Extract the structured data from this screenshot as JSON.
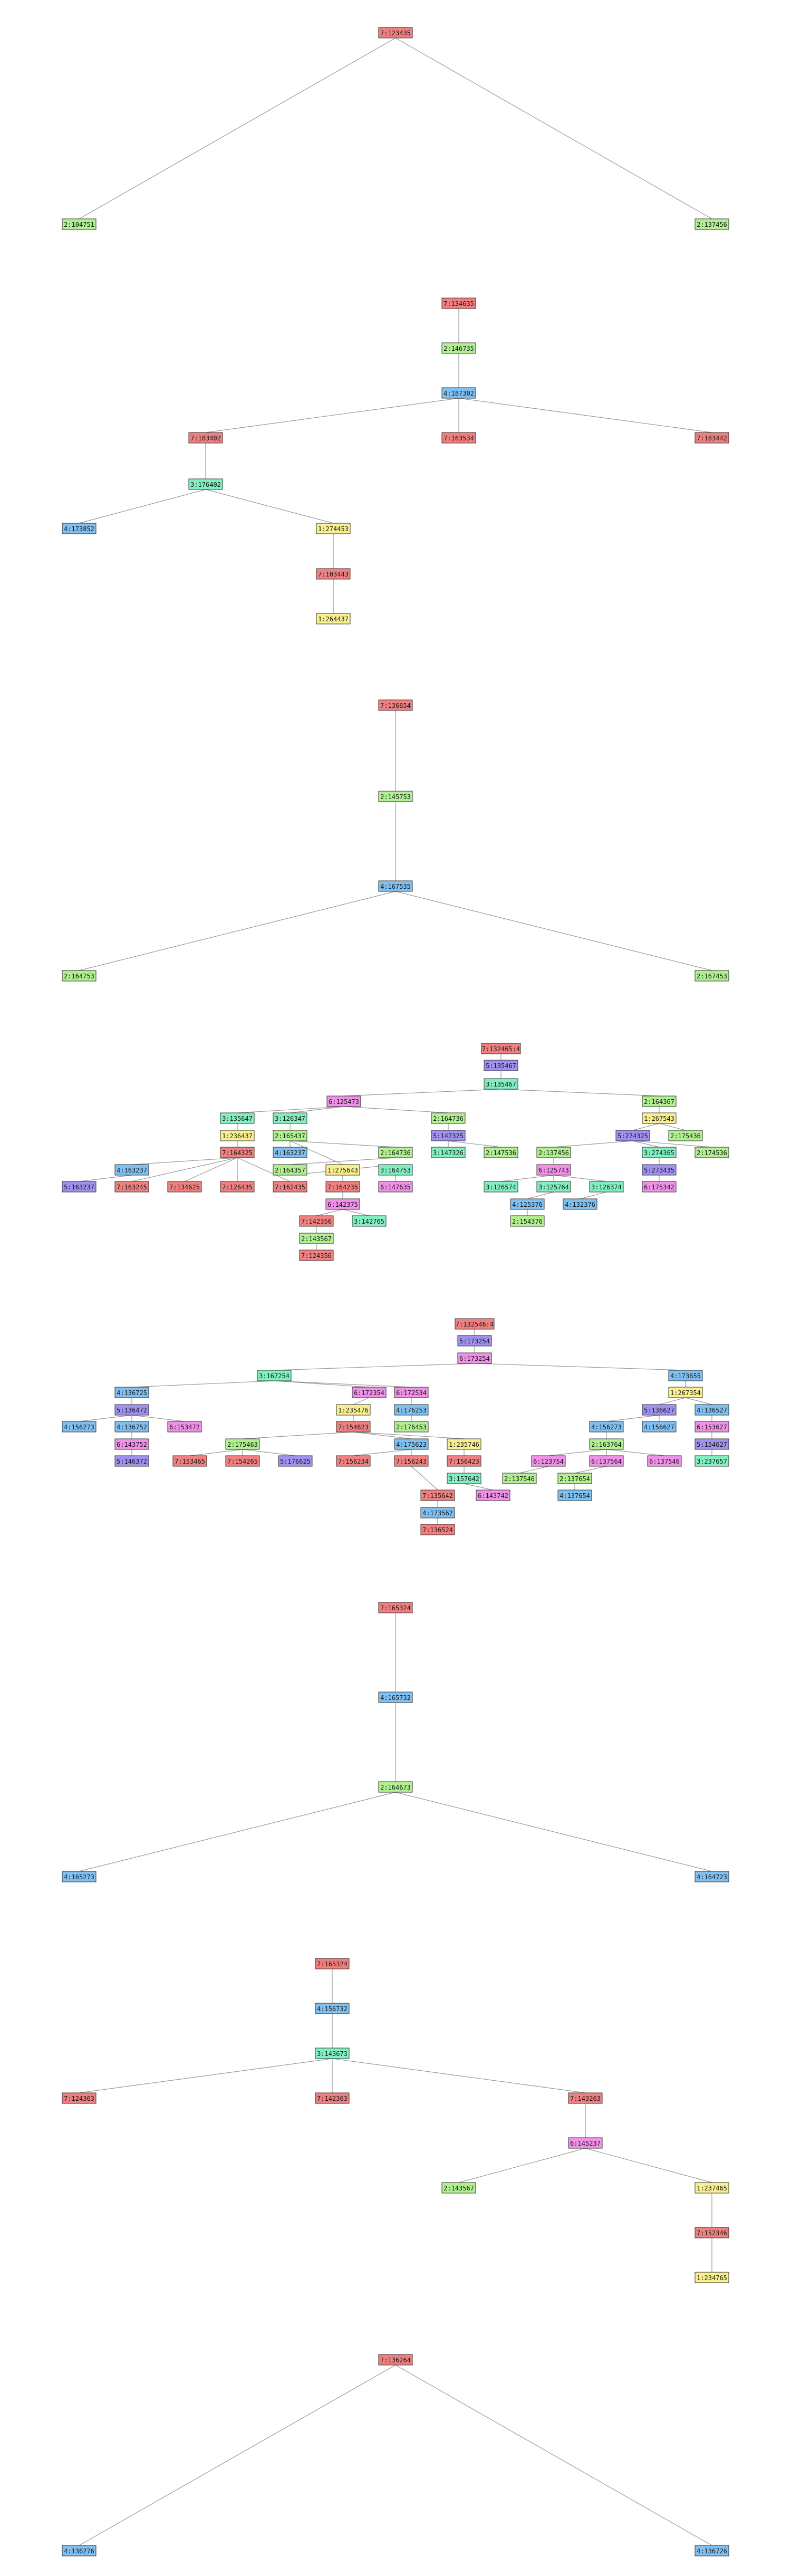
{
  "colors": {
    "7": "#f08080",
    "2": "#b0f090",
    "4": "#80c0f0",
    "3": "#80f0c0",
    "1": "#f8f090",
    "6": "#f090e8",
    "5": "#a090f0"
  },
  "trees": [
    {
      "nodes": [
        {
          "id": "a0",
          "label": "7:123435",
          "cat": "7"
        },
        {
          "id": "a1",
          "label": "2:104751",
          "cat": "2"
        },
        {
          "id": "a2",
          "label": "2:137456",
          "cat": "2"
        }
      ],
      "edges": [
        [
          "a0",
          "a1"
        ],
        [
          "a0",
          "a2"
        ]
      ]
    },
    {
      "nodes": [
        {
          "id": "b0",
          "label": "7:134635",
          "cat": "7"
        },
        {
          "id": "b1",
          "label": "2:146735",
          "cat": "2"
        },
        {
          "id": "b2",
          "label": "4:187302",
          "cat": "4"
        },
        {
          "id": "b3",
          "label": "7:183402",
          "cat": "7"
        },
        {
          "id": "b4",
          "label": "7:163534",
          "cat": "7"
        },
        {
          "id": "b5",
          "label": "7:183442",
          "cat": "7"
        },
        {
          "id": "b6",
          "label": "3:176402",
          "cat": "3"
        },
        {
          "id": "b7",
          "label": "4:173852",
          "cat": "4"
        },
        {
          "id": "b8",
          "label": "1:274453",
          "cat": "1"
        },
        {
          "id": "b9",
          "label": "7:103443",
          "cat": "7"
        },
        {
          "id": "b10",
          "label": "1:264437",
          "cat": "1"
        }
      ],
      "edges": [
        [
          "b0",
          "b1"
        ],
        [
          "b1",
          "b2"
        ],
        [
          "b2",
          "b3"
        ],
        [
          "b2",
          "b4"
        ],
        [
          "b2",
          "b5"
        ],
        [
          "b3",
          "b6"
        ],
        [
          "b6",
          "b7"
        ],
        [
          "b6",
          "b8"
        ],
        [
          "b8",
          "b9"
        ],
        [
          "b9",
          "b10"
        ]
      ]
    },
    {
      "nodes": [
        {
          "id": "c0",
          "label": "7:136654",
          "cat": "7"
        },
        {
          "id": "c1",
          "label": "2:145753",
          "cat": "2"
        },
        {
          "id": "c2",
          "label": "4:167535",
          "cat": "4"
        },
        {
          "id": "c3",
          "label": "2:164753",
          "cat": "2"
        },
        {
          "id": "c4",
          "label": "2:167453",
          "cat": "2"
        }
      ],
      "edges": [
        [
          "c0",
          "c1"
        ],
        [
          "c1",
          "c2"
        ],
        [
          "c2",
          "c3"
        ],
        [
          "c2",
          "c4"
        ]
      ]
    },
    {
      "nodes": [
        {
          "id": "d0",
          "label": "7:132465:4",
          "cat": "7"
        },
        {
          "id": "d1",
          "label": "5:135467",
          "cat": "5"
        },
        {
          "id": "d2",
          "label": "3:135467",
          "cat": "3"
        },
        {
          "id": "d3",
          "label": "6:125473",
          "cat": "6"
        },
        {
          "id": "d4",
          "label": "2:164367",
          "cat": "2"
        },
        {
          "id": "d5",
          "label": "3:135647",
          "cat": "3"
        },
        {
          "id": "d6",
          "label": "3:126347",
          "cat": "3"
        },
        {
          "id": "d7",
          "label": "2:164736",
          "cat": "2"
        },
        {
          "id": "d8",
          "label": "1:267543",
          "cat": "1"
        },
        {
          "id": "d9",
          "label": "1:236437",
          "cat": "1"
        },
        {
          "id": "d10",
          "label": "2:165437",
          "cat": "2"
        },
        {
          "id": "d11",
          "label": "5:147325",
          "cat": "5"
        },
        {
          "id": "d12",
          "label": "5:274325",
          "cat": "5"
        },
        {
          "id": "d13",
          "label": "2:175436",
          "cat": "2"
        },
        {
          "id": "d14",
          "label": "7:164325",
          "cat": "7"
        },
        {
          "id": "d15",
          "label": "4:163237",
          "cat": "4"
        },
        {
          "id": "d16",
          "label": "2:164736",
          "cat": "2"
        },
        {
          "id": "d17",
          "label": "3:147326",
          "cat": "3"
        },
        {
          "id": "d18",
          "label": "2:147536",
          "cat": "2"
        },
        {
          "id": "d19",
          "label": "2:137456",
          "cat": "2"
        },
        {
          "id": "d20",
          "label": "3:274365",
          "cat": "3"
        },
        {
          "id": "d21",
          "label": "2:174536",
          "cat": "2"
        },
        {
          "id": "d22",
          "label": "4:163237",
          "cat": "4"
        },
        {
          "id": "d23",
          "label": "2:164357",
          "cat": "2"
        },
        {
          "id": "d24",
          "label": "1:275643",
          "cat": "1"
        },
        {
          "id": "d25",
          "label": "3:164753",
          "cat": "3"
        },
        {
          "id": "d26",
          "label": "6:125743",
          "cat": "6"
        },
        {
          "id": "d27",
          "label": "5:273435",
          "cat": "5"
        },
        {
          "id": "d28",
          "label": "5:163237",
          "cat": "5"
        },
        {
          "id": "d29",
          "label": "7:163245",
          "cat": "7"
        },
        {
          "id": "d30",
          "label": "7:134625",
          "cat": "7"
        },
        {
          "id": "d31",
          "label": "7:126435",
          "cat": "7"
        },
        {
          "id": "d32",
          "label": "7:162435",
          "cat": "7"
        },
        {
          "id": "d33",
          "label": "7:164235",
          "cat": "7"
        },
        {
          "id": "d34",
          "label": "6:147635",
          "cat": "6"
        },
        {
          "id": "d35",
          "label": "3:126574",
          "cat": "3"
        },
        {
          "id": "d36",
          "label": "3:125764",
          "cat": "3"
        },
        {
          "id": "d37",
          "label": "3:126374",
          "cat": "3"
        },
        {
          "id": "d38",
          "label": "6:175342",
          "cat": "6"
        },
        {
          "id": "d39",
          "label": "6:142375",
          "cat": "6"
        },
        {
          "id": "d40",
          "label": "4:125376",
          "cat": "4"
        },
        {
          "id": "d41",
          "label": "4:132376",
          "cat": "4"
        },
        {
          "id": "d42",
          "label": "7:142356",
          "cat": "7"
        },
        {
          "id": "d43",
          "label": "3:142765",
          "cat": "3"
        },
        {
          "id": "d44",
          "label": "2:154376",
          "cat": "2"
        },
        {
          "id": "d45",
          "label": "2:143567",
          "cat": "2"
        },
        {
          "id": "d46",
          "label": "7:124356",
          "cat": "7"
        }
      ],
      "edges": [
        [
          "d0",
          "d1"
        ],
        [
          "d1",
          "d2"
        ],
        [
          "d2",
          "d3"
        ],
        [
          "d2",
          "d4"
        ],
        [
          "d3",
          "d5"
        ],
        [
          "d3",
          "d6"
        ],
        [
          "d3",
          "d7"
        ],
        [
          "d4",
          "d8"
        ],
        [
          "d5",
          "d9"
        ],
        [
          "d6",
          "d10"
        ],
        [
          "d7",
          "d11"
        ],
        [
          "d8",
          "d12"
        ],
        [
          "d8",
          "d13"
        ],
        [
          "d9",
          "d14"
        ],
        [
          "d10",
          "d15"
        ],
        [
          "d10",
          "d16"
        ],
        [
          "d10",
          "d24"
        ],
        [
          "d11",
          "d17"
        ],
        [
          "d11",
          "d18"
        ],
        [
          "d12",
          "d19"
        ],
        [
          "d12",
          "d20"
        ],
        [
          "d12",
          "d21"
        ],
        [
          "d14",
          "d22"
        ],
        [
          "d14",
          "d29"
        ],
        [
          "d14",
          "d30"
        ],
        [
          "d14",
          "d31"
        ],
        [
          "d14",
          "d32"
        ],
        [
          "d16",
          "d23"
        ],
        [
          "d24",
          "d33"
        ],
        [
          "d19",
          "d26"
        ],
        [
          "d20",
          "d27"
        ],
        [
          "d22",
          "d28"
        ],
        [
          "d25",
          "d34"
        ],
        [
          "d26",
          "d35"
        ],
        [
          "d26",
          "d36"
        ],
        [
          "d26",
          "d37"
        ],
        [
          "d27",
          "d38"
        ],
        [
          "d33",
          "d39"
        ],
        [
          "d36",
          "d40"
        ],
        [
          "d37",
          "d41"
        ],
        [
          "d39",
          "d42"
        ],
        [
          "d39",
          "d43"
        ],
        [
          "d40",
          "d44"
        ],
        [
          "d42",
          "d45"
        ],
        [
          "d45",
          "d46"
        ],
        [
          "d23",
          "d25"
        ]
      ]
    },
    {
      "nodes": [
        {
          "id": "e0",
          "label": "7:132546:4",
          "cat": "7"
        },
        {
          "id": "e1",
          "label": "5:173254",
          "cat": "5"
        },
        {
          "id": "e2",
          "label": "6:173254",
          "cat": "6"
        },
        {
          "id": "e3",
          "label": "3:167254",
          "cat": "3"
        },
        {
          "id": "e4",
          "label": "4:173655",
          "cat": "4"
        },
        {
          "id": "e5",
          "label": "4:136725",
          "cat": "4"
        },
        {
          "id": "e6",
          "label": "6:172354",
          "cat": "6"
        },
        {
          "id": "e7",
          "label": "6:172534",
          "cat": "6"
        },
        {
          "id": "e8",
          "label": "1:267354",
          "cat": "1"
        },
        {
          "id": "e9",
          "label": "5:136472",
          "cat": "5"
        },
        {
          "id": "e10",
          "label": "1:235476",
          "cat": "1"
        },
        {
          "id": "e11",
          "label": "4:176253",
          "cat": "4"
        },
        {
          "id": "e12",
          "label": "5:136627",
          "cat": "5"
        },
        {
          "id": "e13",
          "label": "4:136527",
          "cat": "4"
        },
        {
          "id": "e14",
          "label": "4:156273",
          "cat": "4"
        },
        {
          "id": "e15",
          "label": "4:136752",
          "cat": "4"
        },
        {
          "id": "e16",
          "label": "6:153472",
          "cat": "6"
        },
        {
          "id": "e17",
          "label": "7:154623",
          "cat": "7"
        },
        {
          "id": "e18",
          "label": "2:176453",
          "cat": "2"
        },
        {
          "id": "e19",
          "label": "4:156273",
          "cat": "4"
        },
        {
          "id": "e20",
          "label": "4:156627",
          "cat": "4"
        },
        {
          "id": "e21",
          "label": "6:153627",
          "cat": "6"
        },
        {
          "id": "e22",
          "label": "6:143752",
          "cat": "6"
        },
        {
          "id": "e23",
          "label": "2:175463",
          "cat": "2"
        },
        {
          "id": "e24",
          "label": "4:175623",
          "cat": "4"
        },
        {
          "id": "e25",
          "label": "1:235746",
          "cat": "1"
        },
        {
          "id": "e26",
          "label": "2:163764",
          "cat": "2"
        },
        {
          "id": "e27",
          "label": "5:154627",
          "cat": "5"
        },
        {
          "id": "e28",
          "label": "5:146372",
          "cat": "5"
        },
        {
          "id": "e29",
          "label": "7:153465",
          "cat": "7"
        },
        {
          "id": "e30",
          "label": "7:154265",
          "cat": "7"
        },
        {
          "id": "e31",
          "label": "5:176625",
          "cat": "5"
        },
        {
          "id": "e32",
          "label": "7:156234",
          "cat": "7"
        },
        {
          "id": "e33",
          "label": "7:156243",
          "cat": "7"
        },
        {
          "id": "e34",
          "label": "7:156423",
          "cat": "7"
        },
        {
          "id": "e35",
          "label": "6:123754",
          "cat": "6"
        },
        {
          "id": "e36",
          "label": "6:137564",
          "cat": "6"
        },
        {
          "id": "e37",
          "label": "6:137546",
          "cat": "6"
        },
        {
          "id": "e38",
          "label": "3:237657",
          "cat": "3"
        },
        {
          "id": "e39",
          "label": "3:157642",
          "cat": "3"
        },
        {
          "id": "e40",
          "label": "2:137546",
          "cat": "2"
        },
        {
          "id": "e41",
          "label": "2:137654",
          "cat": "2"
        },
        {
          "id": "e42",
          "label": "7:135642",
          "cat": "7"
        },
        {
          "id": "e43",
          "label": "6:143742",
          "cat": "6"
        },
        {
          "id": "e44",
          "label": "4:137654",
          "cat": "4"
        },
        {
          "id": "e45",
          "label": "4:173562",
          "cat": "4"
        },
        {
          "id": "e46",
          "label": "7:136524",
          "cat": "7"
        }
      ],
      "edges": [
        [
          "e0",
          "e1"
        ],
        [
          "e1",
          "e2"
        ],
        [
          "e2",
          "e3"
        ],
        [
          "e2",
          "e4"
        ],
        [
          "e3",
          "e5"
        ],
        [
          "e3",
          "e6"
        ],
        [
          "e3",
          "e7"
        ],
        [
          "e4",
          "e8"
        ],
        [
          "e5",
          "e9"
        ],
        [
          "e6",
          "e10"
        ],
        [
          "e7",
          "e11"
        ],
        [
          "e8",
          "e12"
        ],
        [
          "e8",
          "e13"
        ],
        [
          "e9",
          "e14"
        ],
        [
          "e9",
          "e15"
        ],
        [
          "e9",
          "e16"
        ],
        [
          "e10",
          "e17"
        ],
        [
          "e11",
          "e18"
        ],
        [
          "e12",
          "e19"
        ],
        [
          "e12",
          "e20"
        ],
        [
          "e13",
          "e21"
        ],
        [
          "e15",
          "e22"
        ],
        [
          "e17",
          "e23"
        ],
        [
          "e17",
          "e24"
        ],
        [
          "e17",
          "e25"
        ],
        [
          "e19",
          "e26"
        ],
        [
          "e21",
          "e27"
        ],
        [
          "e22",
          "e28"
        ],
        [
          "e23",
          "e29"
        ],
        [
          "e23",
          "e30"
        ],
        [
          "e23",
          "e31"
        ],
        [
          "e24",
          "e32"
        ],
        [
          "e24",
          "e33"
        ],
        [
          "e25",
          "e34"
        ],
        [
          "e26",
          "e35"
        ],
        [
          "e26",
          "e36"
        ],
        [
          "e26",
          "e37"
        ],
        [
          "e27",
          "e38"
        ],
        [
          "e34",
          "e39"
        ],
        [
          "e35",
          "e40"
        ],
        [
          "e36",
          "e41"
        ],
        [
          "e33",
          "e42"
        ],
        [
          "e39",
          "e43"
        ],
        [
          "e41",
          "e44"
        ],
        [
          "e42",
          "e45"
        ],
        [
          "e45",
          "e46"
        ]
      ]
    },
    {
      "nodes": [
        {
          "id": "f0",
          "label": "7:165324",
          "cat": "7"
        },
        {
          "id": "f1",
          "label": "4:165732",
          "cat": "4"
        },
        {
          "id": "f2",
          "label": "2:164673",
          "cat": "2"
        },
        {
          "id": "f3",
          "label": "4:165273",
          "cat": "4"
        },
        {
          "id": "f4",
          "label": "4:164723",
          "cat": "4"
        }
      ],
      "edges": [
        [
          "f0",
          "f1"
        ],
        [
          "f1",
          "f2"
        ],
        [
          "f2",
          "f3"
        ],
        [
          "f2",
          "f4"
        ]
      ]
    },
    {
      "nodes": [
        {
          "id": "g0",
          "label": "7:165324",
          "cat": "7"
        },
        {
          "id": "g1",
          "label": "4:156732",
          "cat": "4"
        },
        {
          "id": "g2",
          "label": "3:143673",
          "cat": "3"
        },
        {
          "id": "g3",
          "label": "7:124363",
          "cat": "7"
        },
        {
          "id": "g4",
          "label": "7:142363",
          "cat": "7"
        },
        {
          "id": "g5",
          "label": "7:143263",
          "cat": "7"
        },
        {
          "id": "g6",
          "label": "6:145237",
          "cat": "6"
        },
        {
          "id": "g7",
          "label": "2:143567",
          "cat": "2"
        },
        {
          "id": "g8",
          "label": "1:237465",
          "cat": "1"
        },
        {
          "id": "g9",
          "label": "7:152346",
          "cat": "7"
        },
        {
          "id": "g10",
          "label": "1:234765",
          "cat": "1"
        }
      ],
      "edges": [
        [
          "g0",
          "g1"
        ],
        [
          "g1",
          "g2"
        ],
        [
          "g2",
          "g3"
        ],
        [
          "g2",
          "g4"
        ],
        [
          "g2",
          "g5"
        ],
        [
          "g5",
          "g6"
        ],
        [
          "g6",
          "g7"
        ],
        [
          "g6",
          "g8"
        ],
        [
          "g8",
          "g9"
        ],
        [
          "g9",
          "g10"
        ]
      ]
    },
    {
      "nodes": [
        {
          "id": "h0",
          "label": "7:136264",
          "cat": "7"
        },
        {
          "id": "h1",
          "label": "4:136276",
          "cat": "4"
        },
        {
          "id": "h2",
          "label": "4:136726",
          "cat": "4"
        }
      ],
      "edges": [
        [
          "h0",
          "h1"
        ],
        [
          "h0",
          "h2"
        ]
      ]
    }
  ]
}
